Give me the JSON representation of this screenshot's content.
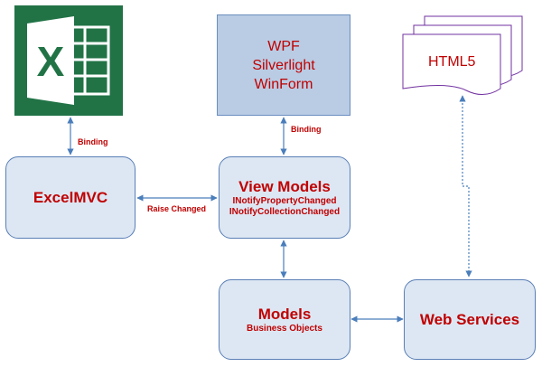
{
  "ui_frameworks": {
    "lines": [
      "WPF",
      "Silverlight",
      "WinForm"
    ]
  },
  "html5": {
    "label": "HTML5"
  },
  "excel": {
    "icon": "excel-logo-icon",
    "letter": "X"
  },
  "excelmvc": {
    "title": "ExcelMVC"
  },
  "view_models": {
    "title": "View Models",
    "sub1": "INotifyPropertyChanged",
    "sub2": "INotifyCollectionChanged"
  },
  "models": {
    "title": "Models",
    "sub": "Business Objects"
  },
  "web_services": {
    "title": "Web Services"
  },
  "connections": {
    "binding_left": "Binding",
    "binding_top": "Binding",
    "raise_changed": "Raise Changed"
  },
  "colors": {
    "text": "#c00000",
    "box_fill": "#dde7f3",
    "box_border": "#5a7fb6",
    "ui_fill": "#b9cce4",
    "excel_green": "#217346",
    "html5_border": "#7030a0",
    "arrow": "#4a7ebb"
  }
}
